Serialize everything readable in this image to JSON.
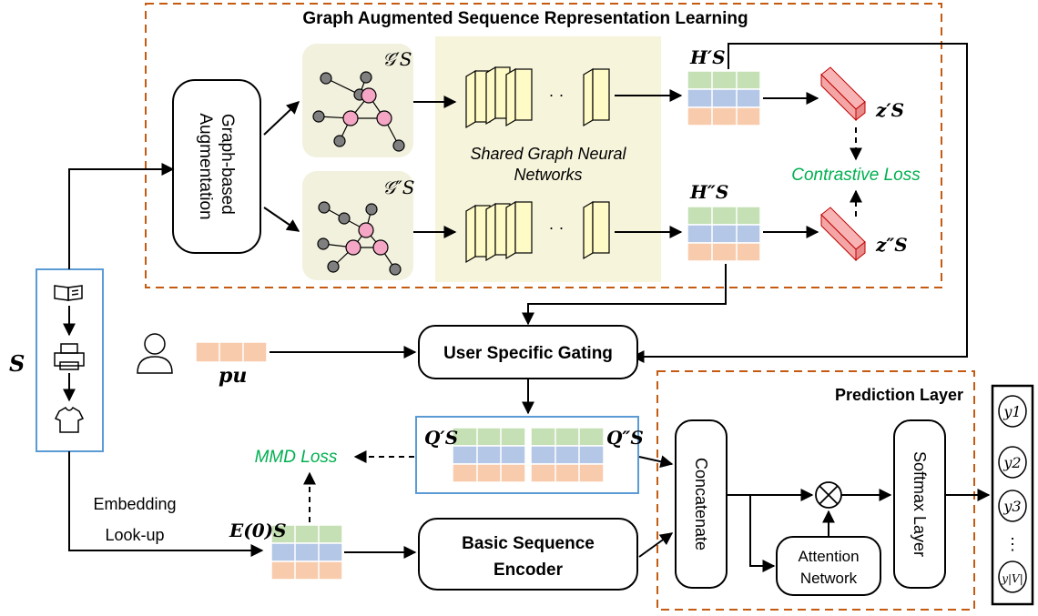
{
  "top_block": {
    "title": "Graph Augmented Sequence Representation Learning",
    "augmentation_label_line1": "Graph-based",
    "augmentation_label_line2": "Augmentation",
    "view1_label": "𝒢′S",
    "view2_label": "𝒢″S",
    "gnn_label_line1": "Shared Graph Neural",
    "gnn_label_line2": "Networks",
    "h1_label": "H′S",
    "h2_label": "H″S",
    "z1_label": "z′S",
    "z2_label": "z″S",
    "contrastive_loss": "Contrastive Loss"
  },
  "input": {
    "sequence_label": "S",
    "embedding_line1": "Embedding",
    "embedding_line2": "Look-up",
    "e0_label": "E(0)S",
    "user_vector_label": "pu"
  },
  "middle": {
    "gating_label": "User Specific Gating",
    "mmd_loss": "MMD Loss",
    "q1_label": "Q′S",
    "q2_label": "Q″S",
    "encoder_line1": "Basic Sequence",
    "encoder_line2": "Encoder"
  },
  "prediction": {
    "title": "Prediction Layer",
    "concatenate": "Concatenate",
    "attention_line1": "Attention",
    "attention_line2": "Network",
    "softmax": "Softmax Layer"
  },
  "outputs": [
    "y1",
    "y2",
    "y3",
    "y|V|"
  ],
  "colors": {
    "dashed_border": "#c55a11",
    "green_row": "#c5e0b4",
    "blue_row": "#b4c7e7",
    "orange_row": "#f8cbad",
    "node_pink": "#f4a6c4",
    "node_gray": "#7f7f7f",
    "gnn_area": "#f7f4dc",
    "graph_bg": "#f2f1de",
    "layer_yellow": "#fffbc6",
    "loss_green": "#00b050",
    "seq_box": "#5b9bd5"
  }
}
